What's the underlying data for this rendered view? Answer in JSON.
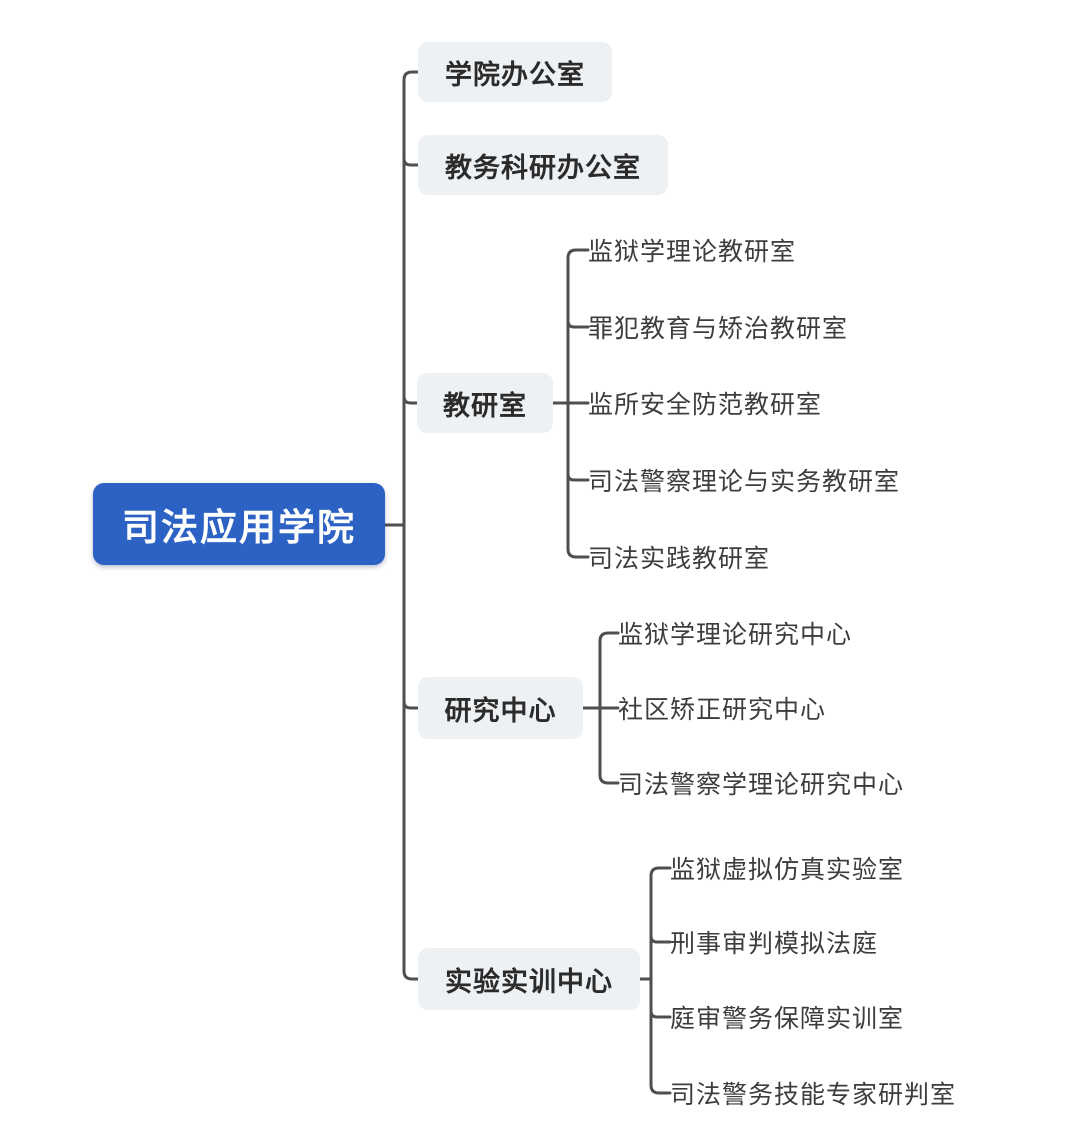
{
  "root": {
    "label": "司法应用学院"
  },
  "branches": [
    {
      "label": "学院办公室",
      "children": []
    },
    {
      "label": "教务科研办公室",
      "children": []
    },
    {
      "label": "教研室",
      "children": [
        "监狱学理论教研室",
        "罪犯教育与矫治教研室",
        "监所安全防范教研室",
        "司法警察理论与实务教研室",
        "司法实践教研室"
      ]
    },
    {
      "label": "研究中心",
      "children": [
        "监狱学理论研究中心",
        "社区矫正研究中心",
        "司法警察学理论研究中心"
      ]
    },
    {
      "label": "实验实训中心",
      "children": [
        "监狱虚拟仿真实验室",
        "刑事审判模拟法庭",
        "庭审警务保障实训室",
        "司法警务技能专家研判室"
      ]
    }
  ],
  "colors": {
    "root_bg": "#2d62c5",
    "root_text": "#ffffff",
    "branch_bg": "#eef1f4",
    "branch_text": "#2b2b2b",
    "child_text": "#3d3d3d",
    "line": "#4f4f4f",
    "background": "#ffffff"
  }
}
